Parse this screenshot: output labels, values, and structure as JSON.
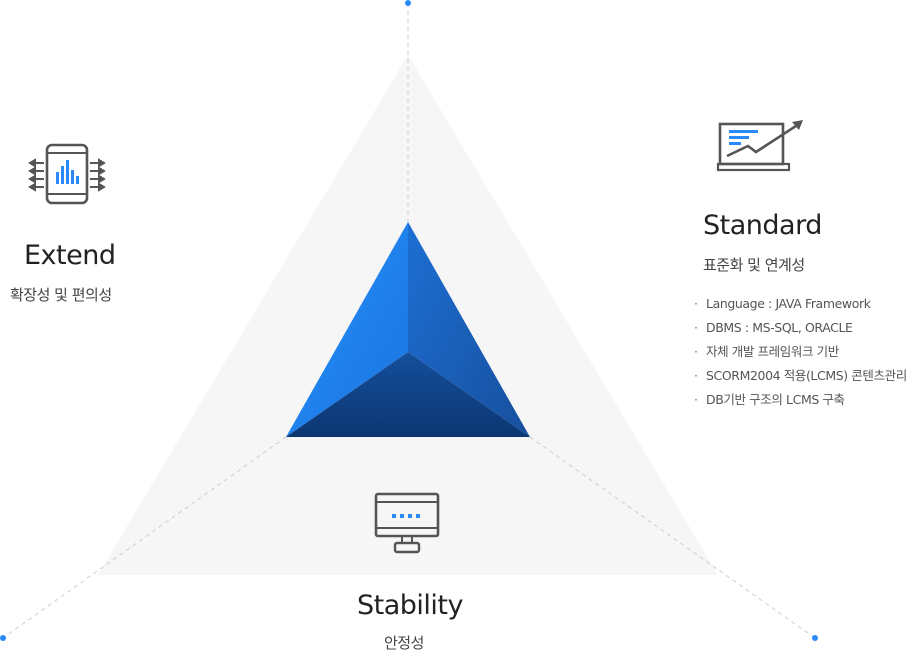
{
  "extend": {
    "title": "Extend",
    "subtitle": "확장성 및 편의성"
  },
  "standard": {
    "title": "Standard",
    "subtitle": "표준화 및 연계성",
    "features": [
      "Language : JAVA Framework",
      "DBMS : MS-SQL, ORACLE",
      "자체 개발 프레임워크 기반",
      "SCORM2004 적용(LCMS) 콘텐츠관리",
      "DB기반 구조의 LCMS 구축"
    ]
  },
  "stability": {
    "title": "Stability",
    "subtitle": "안정성"
  },
  "colors": {
    "accent": "#2b8af7",
    "pyramid_light": "#2288f5",
    "pyramid_mid": "#1a63c2",
    "pyramid_dark": "#0d3f80",
    "icon_gray": "#555555",
    "background_triangle": "#f6f6f6"
  },
  "icons": {
    "extend": "mobile-chart-icon",
    "standard": "laptop-growth-icon",
    "stability": "monitor-icon"
  }
}
